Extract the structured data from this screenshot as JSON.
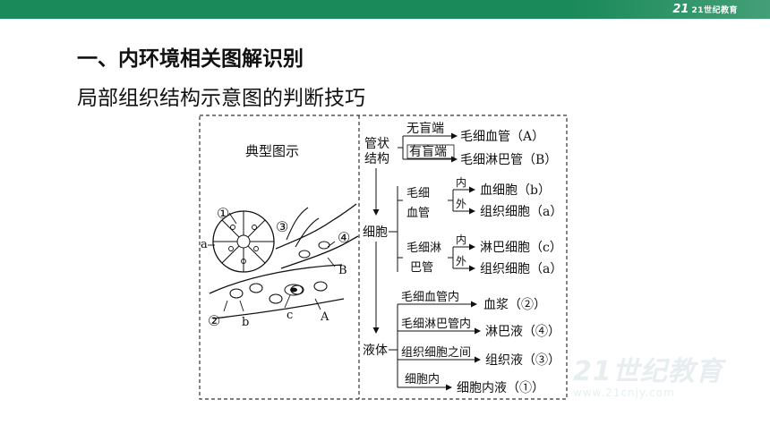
{
  "header": {
    "logo_text": "21世纪教育",
    "logo_mark": "21"
  },
  "title": "一、内环境相关图解识别",
  "subtitle": "局部组织结构示意图的判断技巧",
  "figure": {
    "left_panel": {
      "caption": "典型图示",
      "labels": {
        "n1": "①",
        "n2": "②",
        "n3": "③",
        "n4": "④",
        "a": "a",
        "b": "b",
        "c": "c",
        "A": "A",
        "B": "B"
      }
    },
    "right_panel": {
      "tube": {
        "label_line1": "管状",
        "label_line2": "结构",
        "branch1_condition": "无盲端",
        "branch1_result": "毛细血管（A）",
        "branch2_condition": "有盲端",
        "branch2_result": "毛细淋巴管（B）"
      },
      "cell": {
        "label": "细胞",
        "group1_line1": "毛细",
        "group1_line2": "血管",
        "group1_in": "内",
        "group1_in_result": "血细胞（b）",
        "group1_out": "外",
        "group1_out_result": "组织细胞（a）",
        "group2_line1": "毛细淋",
        "group2_line2": "巴管",
        "group2_in": "内",
        "group2_in_result": "淋巴细胞（c）",
        "group2_out": "外",
        "group2_out_result": "组织细胞（a）"
      },
      "fluid": {
        "label": "液体",
        "rows": [
          {
            "condition": "毛细血管内",
            "result": "血浆（②）"
          },
          {
            "condition": "毛细淋巴管内",
            "result": "淋巴液（④）"
          },
          {
            "condition": "组织细胞之间",
            "result": "组织液（③）"
          },
          {
            "condition": "细胞内",
            "result": "细胞内液（①）"
          }
        ]
      }
    }
  },
  "watermark": {
    "big": "21世纪教育",
    "small": "www.21cnjy.com"
  },
  "colors": {
    "topbar": "#1b8a5a",
    "text": "#111111",
    "dash": "#333333"
  }
}
